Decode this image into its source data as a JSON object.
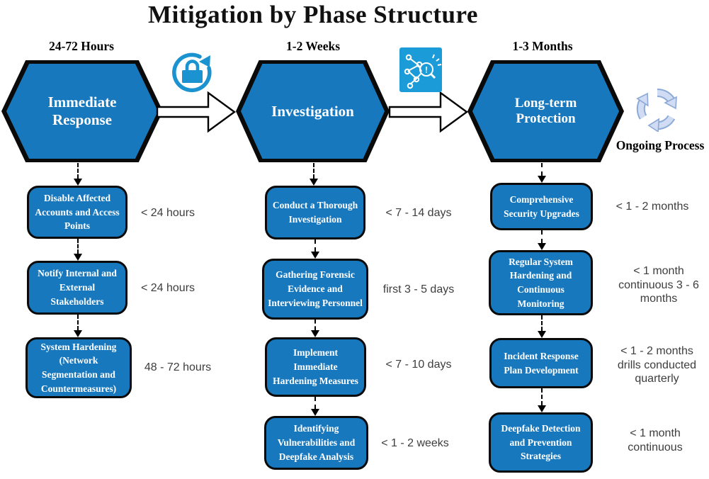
{
  "title": "Mitigation by Phase Structure",
  "ongoing_process_label": "Ongoing Process",
  "colors": {
    "shape_blue": "#1878be",
    "outline_black": "#0a0a0a",
    "lock_icon_blue": "#1b93d0",
    "network_icon_bg": "#1b9cd8",
    "recycle_fill": "#cfdcf3",
    "recycle_stroke": "#8da9d6"
  },
  "icons": {
    "between_phase_1_2": "rotating-lock-icon",
    "between_phase_2_3": "network-analysis-icon",
    "after_phase_3": "recycle-icon"
  },
  "phases": [
    {
      "duration": "24-72 Hours",
      "name": "Immediate Response",
      "steps": [
        {
          "label": "Disable Affected Accounts and Access Points",
          "time": "< 24 hours"
        },
        {
          "label": "Notify Internal and External Stakeholders",
          "time": "< 24 hours"
        },
        {
          "label": "System Hardening (Network Segmentation and Countermeasures)",
          "time": "48 - 72 hours"
        }
      ]
    },
    {
      "duration": "1-2 Weeks",
      "name": "Investigation",
      "steps": [
        {
          "label": "Conduct a Thorough Investigation",
          "time": "< 7 - 14 days"
        },
        {
          "label": "Gathering Forensic Evidence and Interviewing Personnel",
          "time": "first 3 - 5 days"
        },
        {
          "label": "Implement Immediate Hardening Measures",
          "time": "< 7 - 10 days"
        },
        {
          "label": "Identifying Vulnerabilities and Deepfake Analysis",
          "time": "< 1 - 2 weeks"
        }
      ]
    },
    {
      "duration": "1-3 Months",
      "name": "Long-term Protection",
      "steps": [
        {
          "label": "Comprehensive Security Upgrades",
          "time": "< 1 - 2 months"
        },
        {
          "label": "Regular System Hardening and Continuous Monitoring",
          "time": "< 1 month\ncontinuous 3 - 6\nmonths"
        },
        {
          "label": "Incident Response Plan Development",
          "time": "< 1 - 2 months\ndrills conducted\nquarterly"
        },
        {
          "label": "Deepfake Detection and Prevention Strategies",
          "time": "< 1 month\ncontinuous"
        }
      ]
    }
  ]
}
